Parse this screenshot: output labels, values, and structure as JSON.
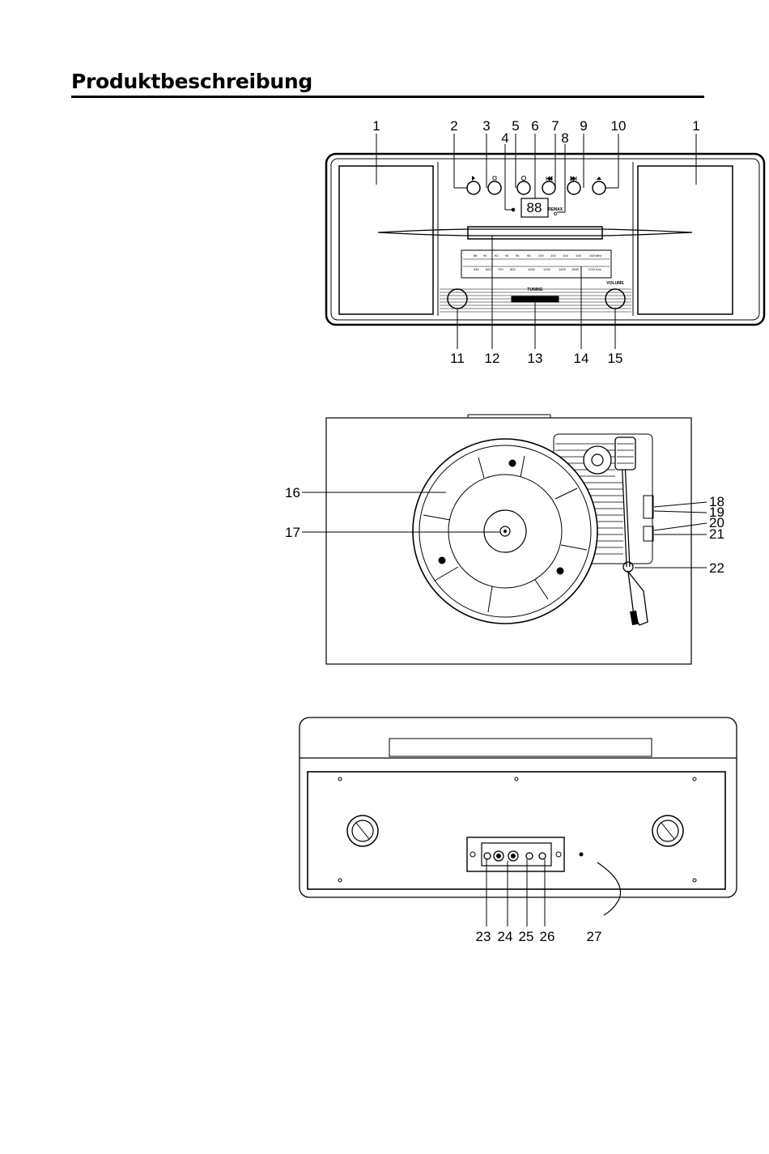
{
  "page": {
    "title": "Produktbeschreibung"
  },
  "front_view": {
    "callouts": [
      "1",
      "2",
      "3",
      "4",
      "5",
      "6",
      "7",
      "8",
      "9",
      "10",
      "1",
      "11",
      "12",
      "13",
      "14",
      "15"
    ],
    "tuning_label": "TUNING",
    "volume_label": "VOLUME",
    "remax_label": "REMAX",
    "display_digits": "88",
    "fm_scale": [
      "88",
      "90",
      "92",
      "94",
      "96",
      "98",
      "100",
      "102",
      "104",
      "106",
      "108 Mhz"
    ],
    "am_scale": [
      "530",
      "600",
      "700",
      "800",
      "1000",
      "1200",
      "1400",
      "1600",
      "1700 Khz"
    ]
  },
  "top_view": {
    "callouts": [
      "16",
      "17",
      "18",
      "19",
      "20",
      "21",
      "22"
    ]
  },
  "rear_view": {
    "callouts": [
      "23",
      "24",
      "25",
      "26",
      "27"
    ]
  }
}
